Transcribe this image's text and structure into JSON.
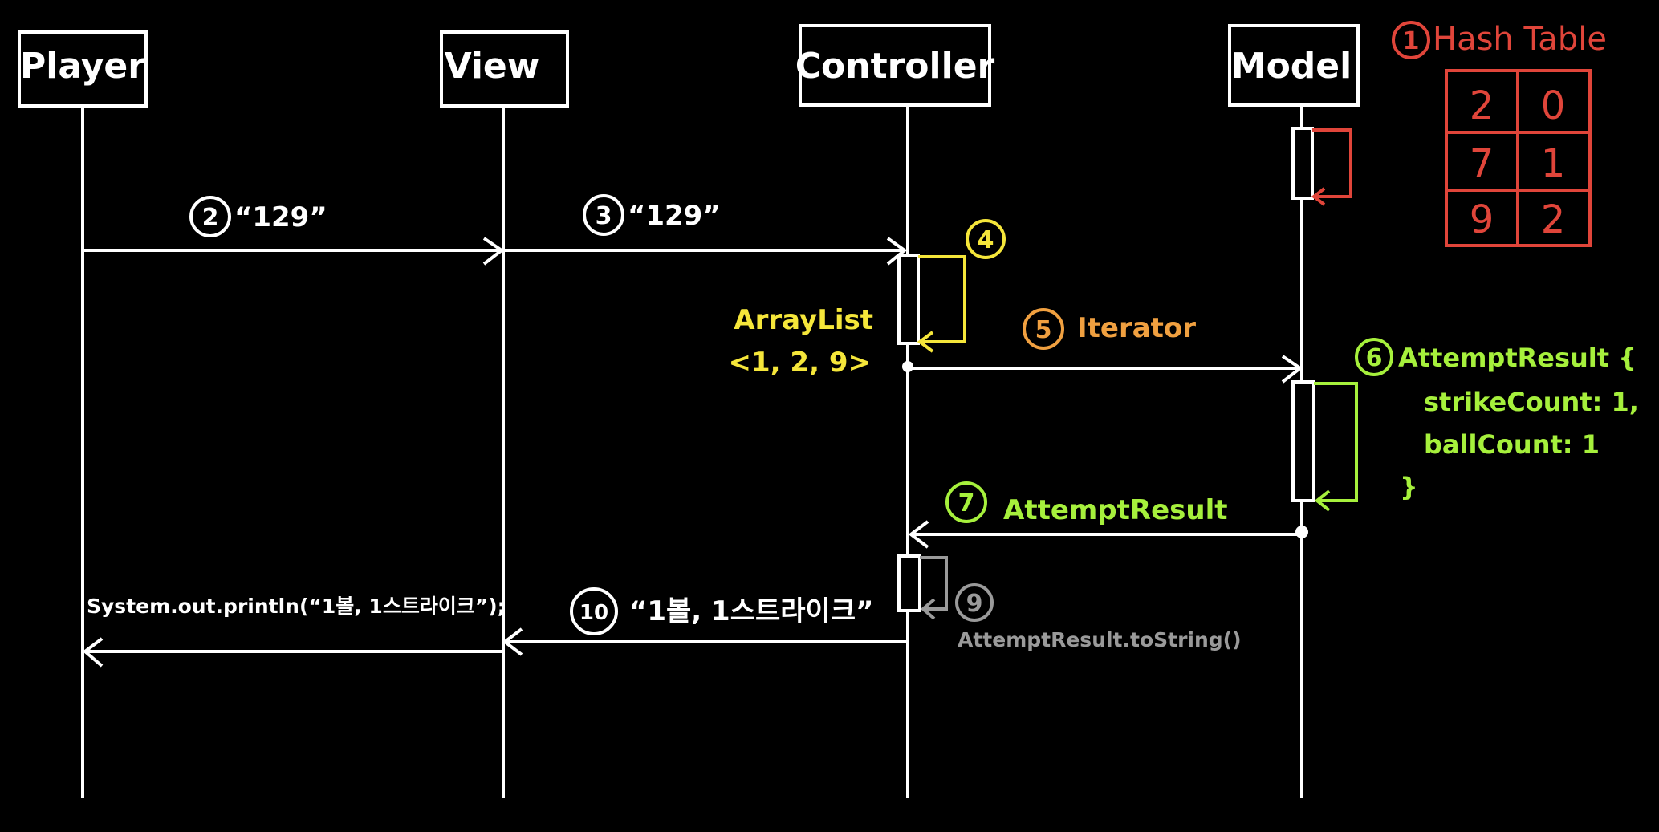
{
  "participants": {
    "player": "Player",
    "view": "View",
    "controller": "Controller",
    "model": "Model"
  },
  "hash_table": {
    "number": "1",
    "title": "Hash Table",
    "rows": [
      [
        "2",
        "0"
      ],
      [
        "7",
        "1"
      ],
      [
        "9",
        "2"
      ]
    ]
  },
  "messages": {
    "m2": {
      "number": "2",
      "label": "“129”"
    },
    "m3": {
      "number": "3",
      "label": "“129”"
    },
    "m4": {
      "number": "4",
      "note_line1": "ArrayList",
      "note_line2": "<1, 2, 9>"
    },
    "m5": {
      "number": "5",
      "label": "Iterator"
    },
    "m6": {
      "number": "6",
      "line1": "AttemptResult {",
      "line2": "strikeCount: 1,",
      "line3": "ballCount: 1",
      "line4": "}"
    },
    "m7": {
      "number": "7",
      "label": "AttemptResult"
    },
    "m9": {
      "number": "9",
      "label": "AttemptResult.toString()"
    },
    "m10": {
      "number": "10",
      "label": "“1볼, 1스트라이크”"
    },
    "m11": {
      "label": "System.out.println(“1볼, 1스트라이크”);"
    }
  },
  "colors": {
    "line": "#ffffff",
    "hash": "#e0453a",
    "step4": "#f5e63a",
    "step5": "#f0a040",
    "step6_7": "#a6f03c",
    "step9": "#9a9a9a"
  }
}
